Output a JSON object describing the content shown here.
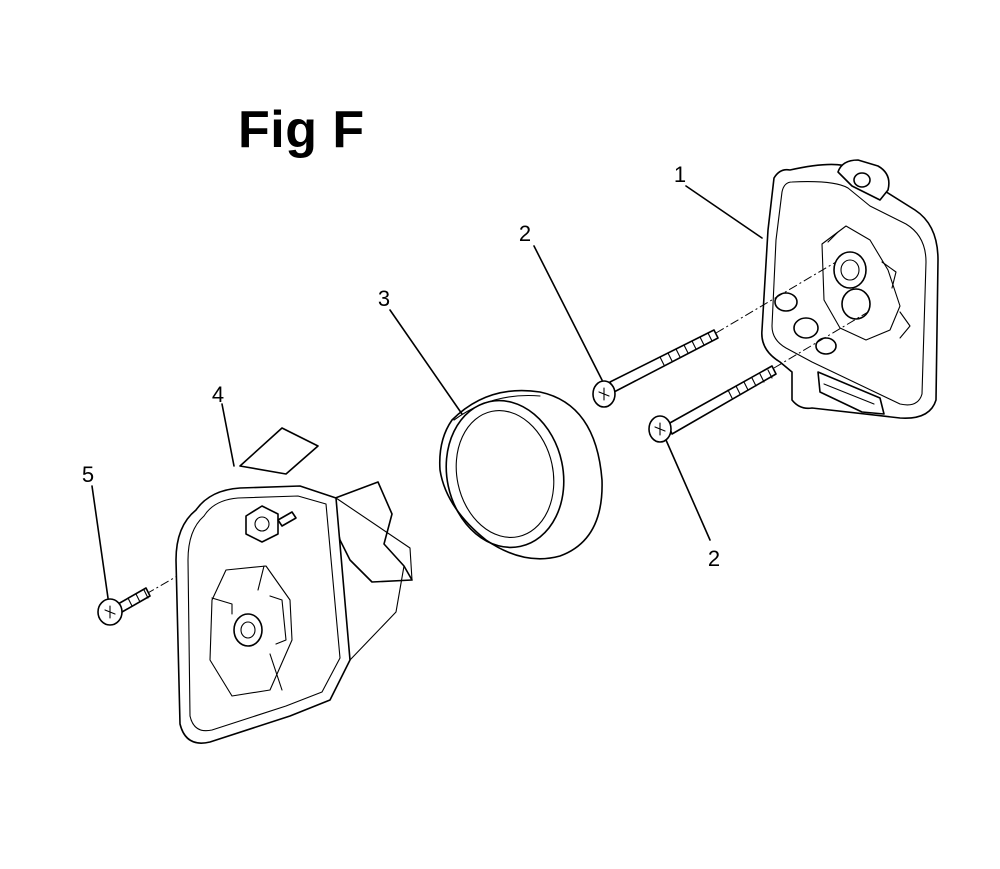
{
  "figure": {
    "title": "Fig F"
  },
  "callouts": [
    {
      "id": "c1",
      "label": "1"
    },
    {
      "id": "c2a",
      "label": "2"
    },
    {
      "id": "c2b",
      "label": "2"
    },
    {
      "id": "c3",
      "label": "3"
    },
    {
      "id": "c4",
      "label": "4"
    },
    {
      "id": "c5",
      "label": "5"
    }
  ],
  "parts": [
    {
      "name": "air-cleaner-base",
      "callout": "1"
    },
    {
      "name": "long-screw",
      "callout": "2"
    },
    {
      "name": "filter-element-ring",
      "callout": "3"
    },
    {
      "name": "air-cleaner-cover",
      "callout": "4"
    },
    {
      "name": "cover-screw",
      "callout": "5"
    }
  ]
}
